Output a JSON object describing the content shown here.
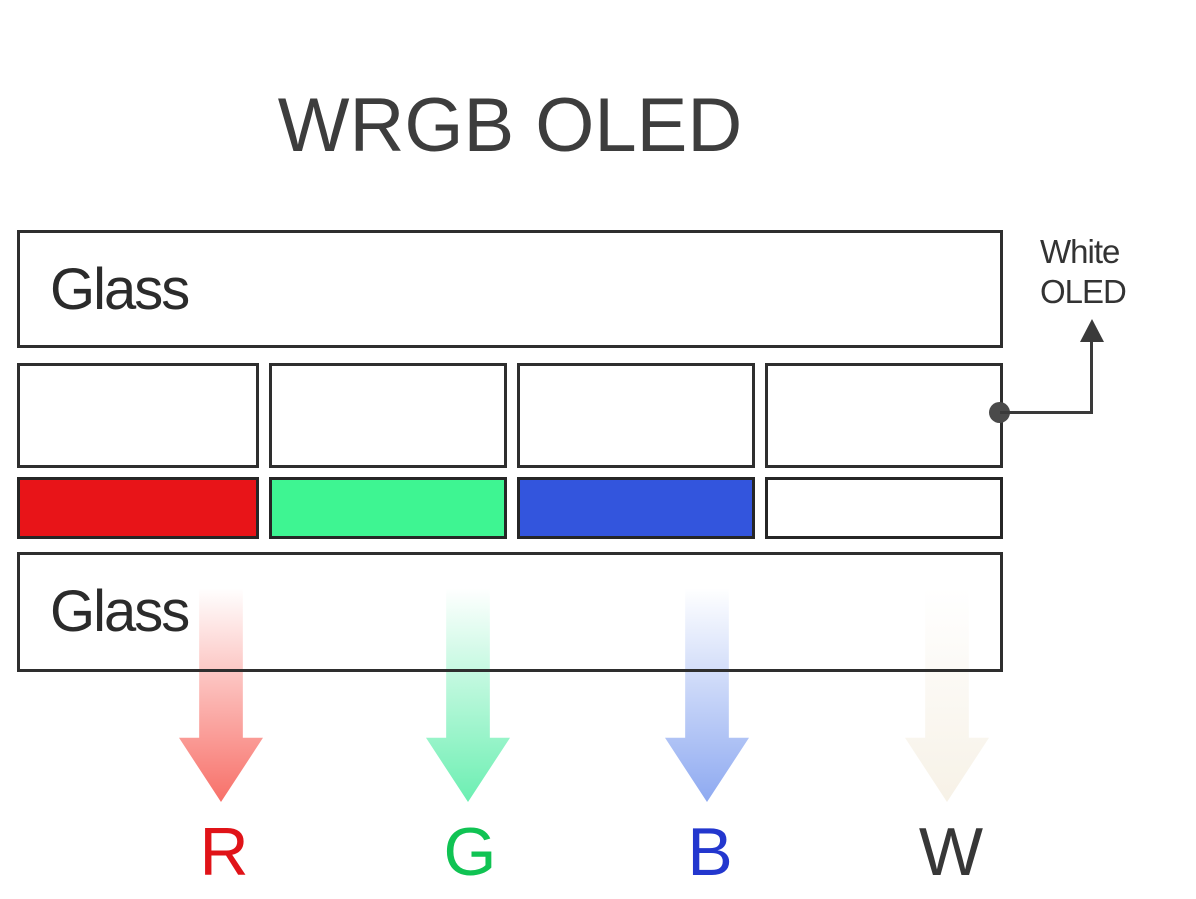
{
  "title": "WRGB OLED",
  "layers": {
    "top_glass_label": "Glass",
    "bottom_glass_label": "Glass"
  },
  "annotation": {
    "line1": "White",
    "line2": "OLED"
  },
  "filters": {
    "red": "#e81418",
    "green": "#3ef592",
    "blue": "#3355dd",
    "white": "#ffffff"
  },
  "arrows": {
    "red": {
      "from": "rgba(247,100,92,0)",
      "to": "rgba(247,100,92,0.92)"
    },
    "green": {
      "from": "rgba(100,238,174,0)",
      "to": "rgba(100,238,174,0.95)"
    },
    "blue": {
      "from": "rgba(136,165,240,0)",
      "to": "rgba(136,165,240,0.95)"
    },
    "white": {
      "from": "rgba(246,240,228,0)",
      "to": "rgba(246,240,228,0.9)"
    }
  },
  "legend": {
    "r": {
      "label": "R",
      "color": "#e01318"
    },
    "g": {
      "label": "G",
      "color": "#10c353"
    },
    "b": {
      "label": "B",
      "color": "#2337ce"
    },
    "w": {
      "label": "W",
      "color": "#373737"
    }
  }
}
